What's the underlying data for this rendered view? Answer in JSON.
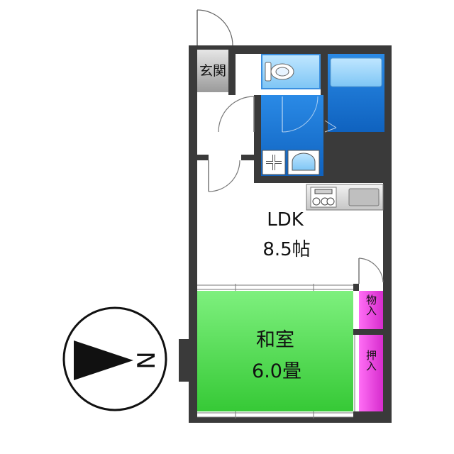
{
  "rooms": {
    "entrance": "玄関",
    "ldk_name": "LDK",
    "ldk_size": "8.5帖",
    "washitsu_name": "和室",
    "washitsu_size": "6.0畳",
    "storage": "物入",
    "closet": "押入"
  },
  "compass": {
    "north_label": "N"
  },
  "colors": {
    "wall": "#3a3a3a",
    "wet_area": "#1a78d4",
    "washitsu": "#4cd94c",
    "storage": "#e83fe0",
    "entrance": "#bdbdbd",
    "kitchen": "#d8d8d8"
  }
}
